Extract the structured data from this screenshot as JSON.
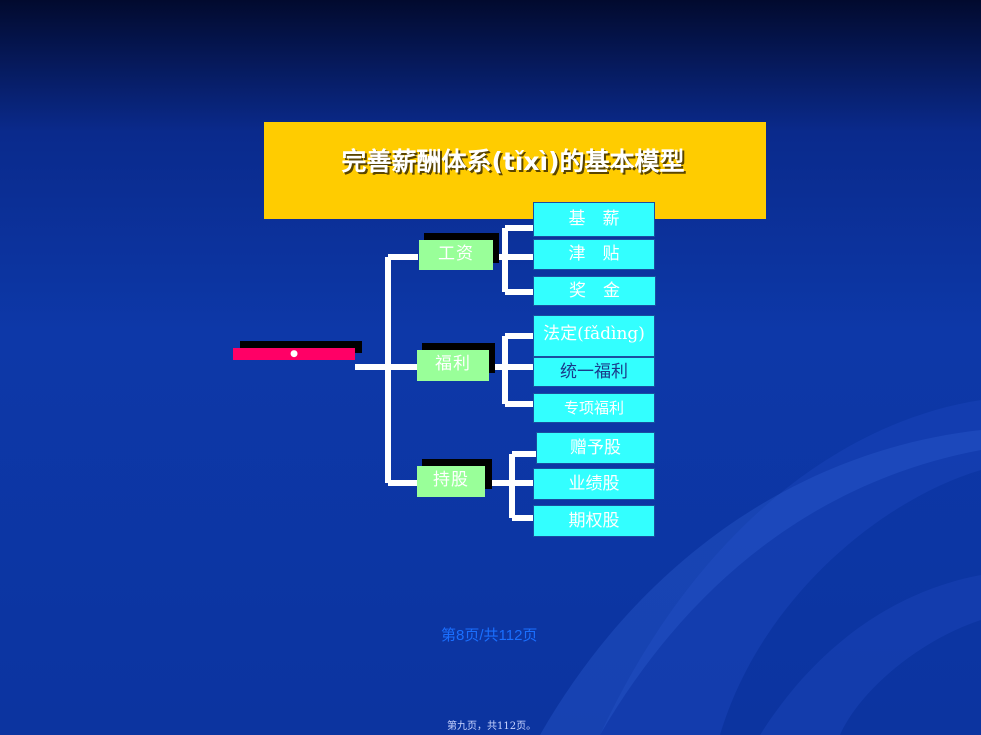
{
  "title": "完善薪酬体系(tǐxì)的基本模型",
  "root_label": "●",
  "branches": [
    {
      "label": "工资",
      "items": [
        "基　薪",
        "津　贴",
        "奖　金"
      ]
    },
    {
      "label": "福利",
      "items": [
        "法定(fǎdìng)福利",
        "统一福利",
        "专项福利"
      ]
    },
    {
      "label": "持股",
      "items": [
        "赠予股",
        "业绩股",
        "期权股"
      ]
    }
  ],
  "footer": {
    "page": "第8页/共112页",
    "sub": "第九页，共112页。"
  },
  "colors": {
    "title_bg": "#ffcc00",
    "green_node": "#99ff99",
    "cyan_node": "#33ffff",
    "root_bar": "#ff0066"
  }
}
